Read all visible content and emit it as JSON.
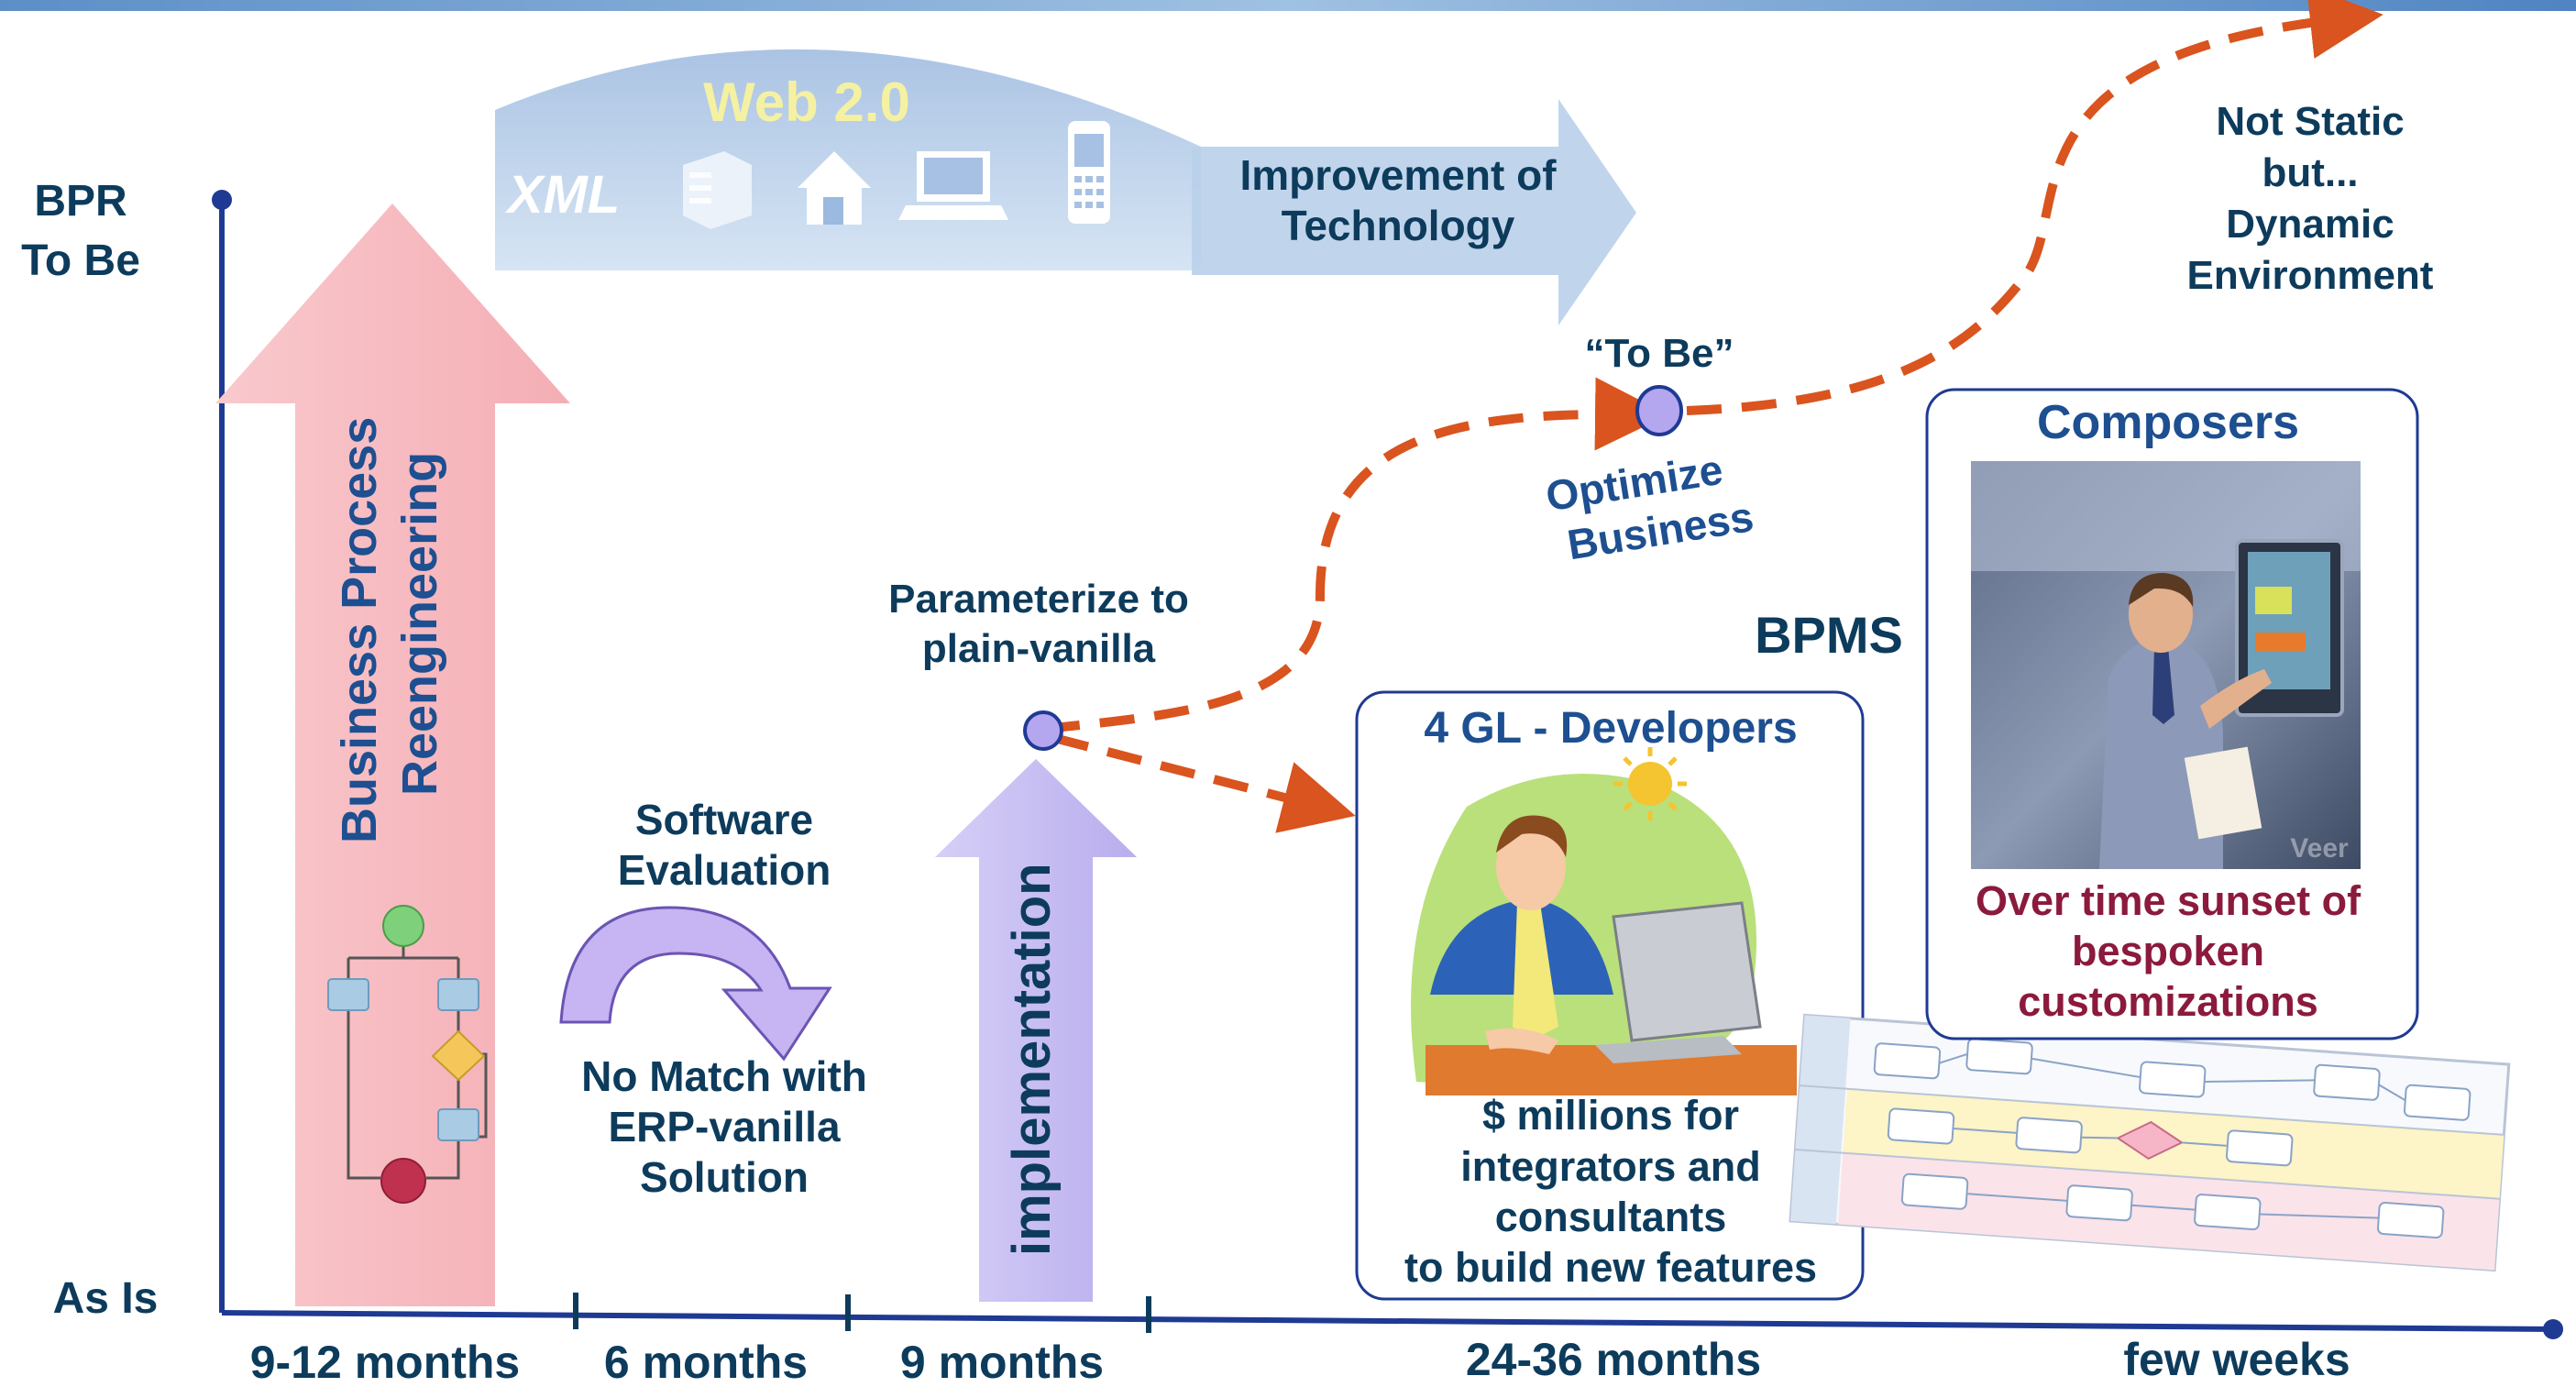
{
  "axis": {
    "y_top_label_line1": "BPR",
    "y_top_label_line2": "To Be",
    "y_bottom_label": "As Is",
    "x_segments": [
      "9-12 months",
      "6 months",
      "9 months",
      "24-36 months",
      "few weeks"
    ]
  },
  "web": {
    "title": "Web 2.0",
    "xml_label": "XML",
    "arrow_label_line1": "Improvement of",
    "arrow_label_line2": "Technology",
    "icons": [
      "server-icon",
      "home-icon",
      "laptop-icon",
      "mobile-phone-icon"
    ]
  },
  "bpr_arrow": {
    "label_line1": "Business Process",
    "label_line2": "Reengineering"
  },
  "software_eval": {
    "top_line1": "Software",
    "top_line2": "Evaluation",
    "bottom_line1": "No Match with",
    "bottom_line2": "ERP-vanilla",
    "bottom_line3": "Solution"
  },
  "implementation": {
    "label": "implementation"
  },
  "parameterize": {
    "line1": "Parameterize to",
    "line2": "plain-vanilla"
  },
  "to_be": {
    "label": "“To Be”",
    "optimize_line1": "Optimize",
    "optimize_line2": "Business"
  },
  "not_static": {
    "line1": "Not Static",
    "line2": "but...",
    "line3": "Dynamic",
    "line4": "Environment"
  },
  "developers": {
    "title": "4 GL - Developers",
    "line1": "$ millions for",
    "line2": "integrators and",
    "line3": "consultants",
    "line4": "to build new features"
  },
  "bpms": {
    "label": "BPMS"
  },
  "composers": {
    "title": "Composers",
    "line1": "Over time sunset of",
    "line2": "bespoken",
    "line3": "customizations"
  },
  "colors": {
    "axis": "#1f3a93",
    "text_dark": "#0d3b5c",
    "text_navy": "#1d4f91",
    "maroon": "#8b1a3c",
    "dashed": "#d9541e",
    "pink_arrow": "#f7c3c8",
    "purple_arrow": "#c9c0f2",
    "web_arc": "#b7cde8"
  }
}
